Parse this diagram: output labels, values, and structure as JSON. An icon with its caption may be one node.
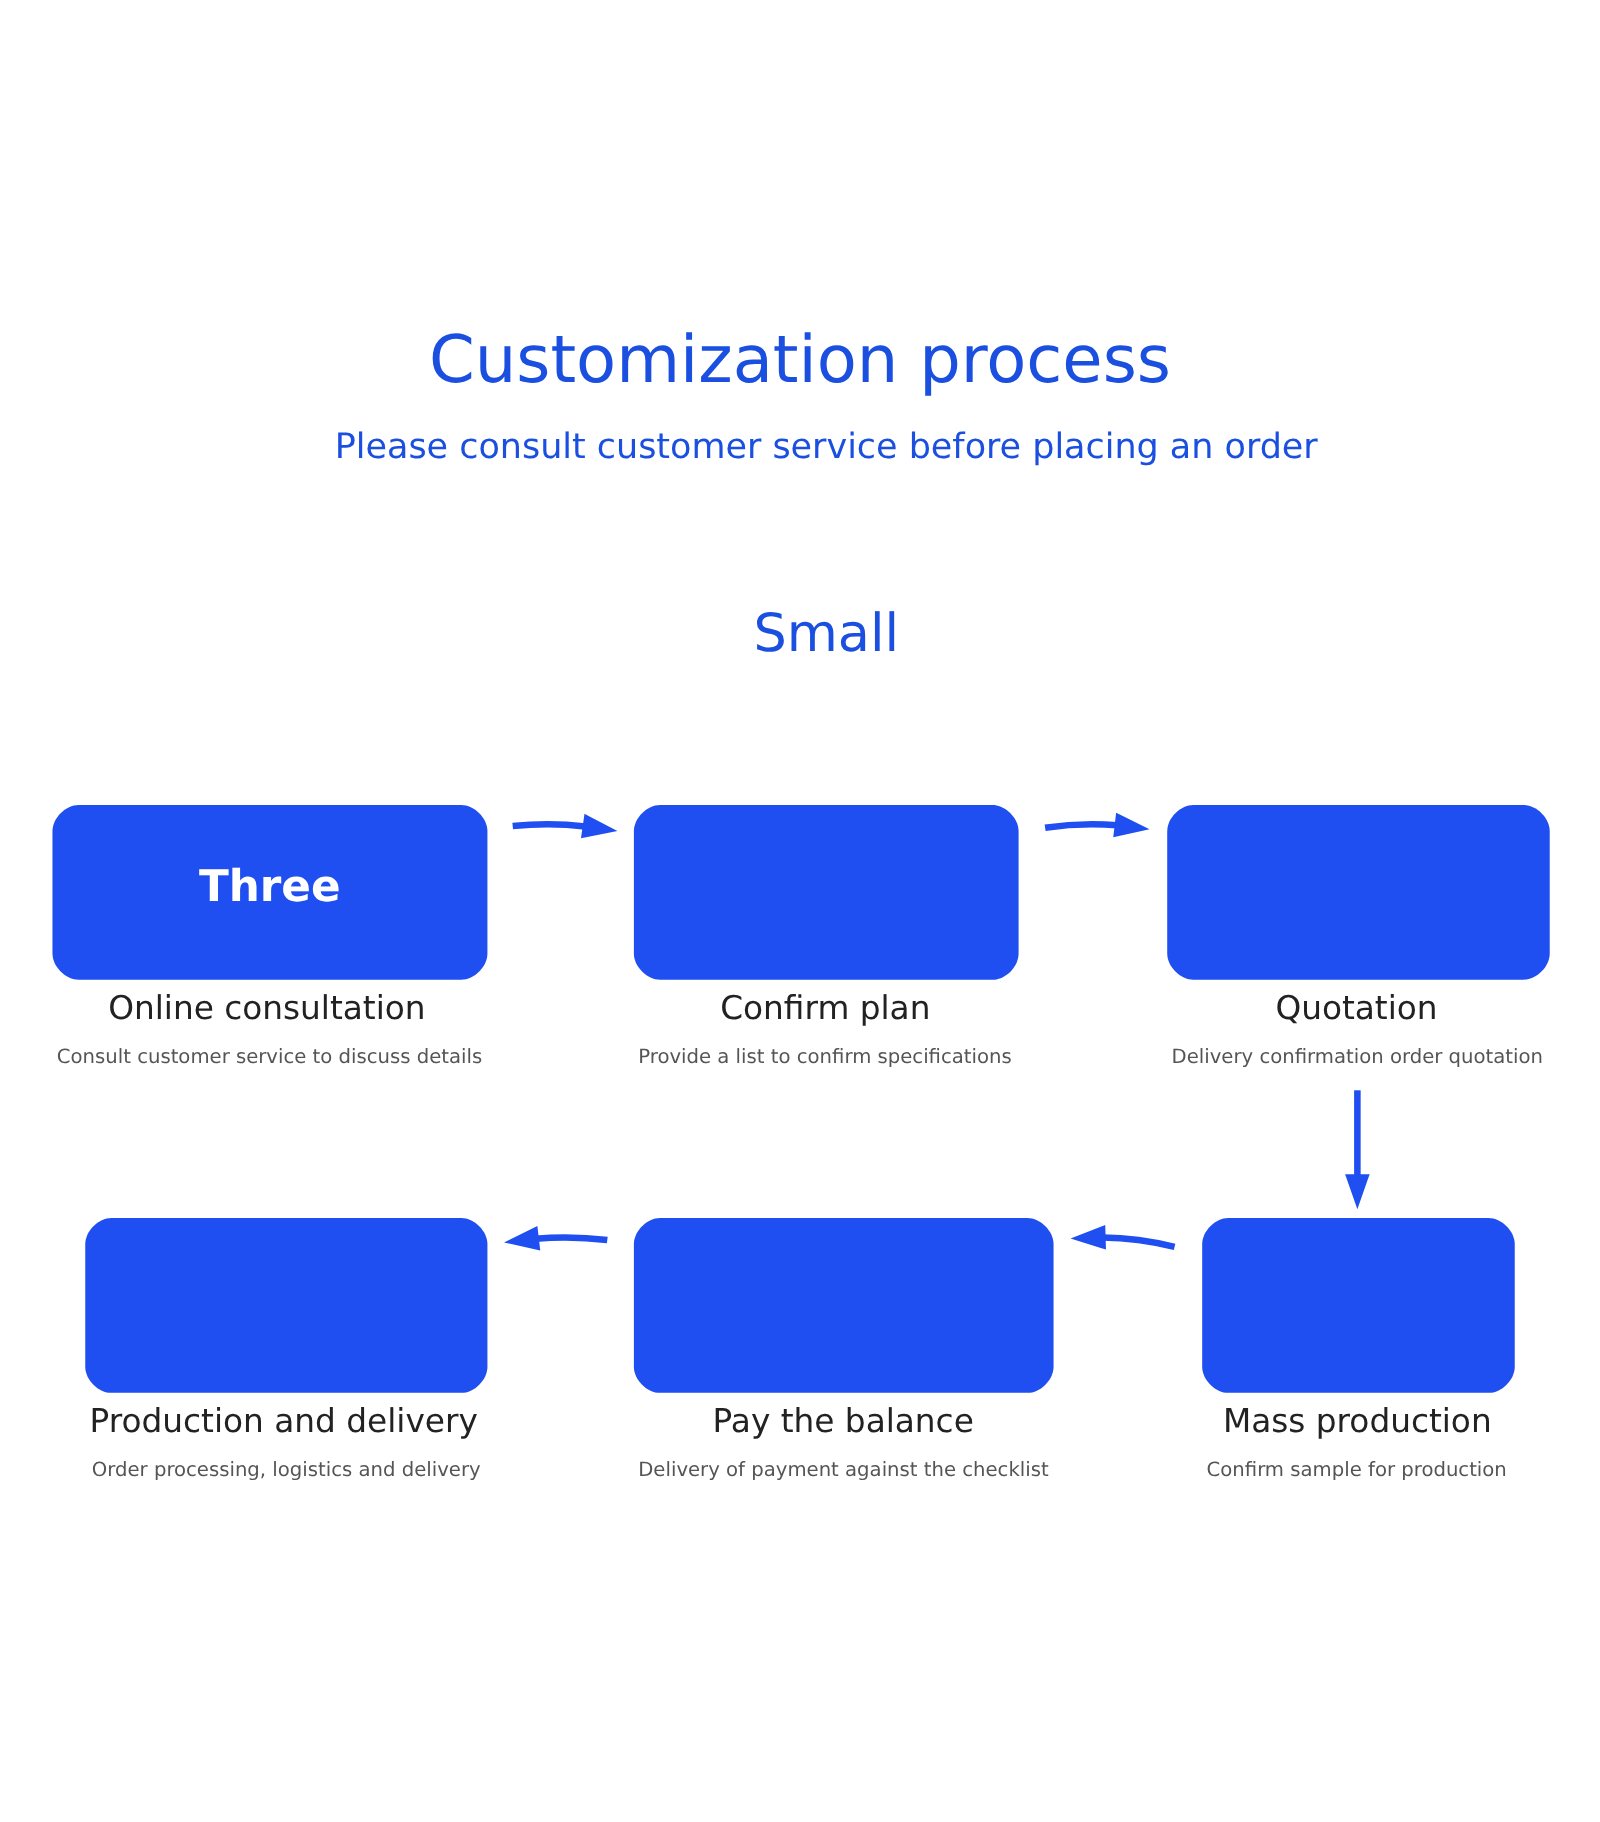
{
  "diagram": {
    "title": "Customization process",
    "nodes": [
      {
        "text": [
          "Three",
          "Online consultation",
          "Consult customer service to discuss details"
        ]
      },
      {
        "text": [
          "Confirm plan",
          "Provide a list to confirm specifications"
        ]
      },
      {
        "text": [
          "Quotation",
          "Delivery confirmation order quotation"
        ]
      },
      {
        "text": [
          "Production and delivery",
          "Order processing, logistics and delivery"
        ]
      },
      {
        "text": [
          "Pay the balance",
          "Delivery of payment against the checklist"
        ]
      },
      {
        "text": [
          "Mass production",
          "Confirm sample for production"
        ]
      }
    ],
    "edges": [
      {
        "from": 0,
        "to": 1,
        "arrow": "to"
      },
      {
        "from": 1,
        "to": 2,
        "arrow": "to"
      },
      {
        "from": 2,
        "to": 5,
        "arrow": "to"
      },
      {
        "from": 5,
        "to": 4,
        "arrow": "to"
      },
      {
        "from": 4,
        "to": 3,
        "arrow": "to"
      }
    ],
    "labels": [
      "Please consult customer service before placing an order",
      "Small"
    ]
  }
}
